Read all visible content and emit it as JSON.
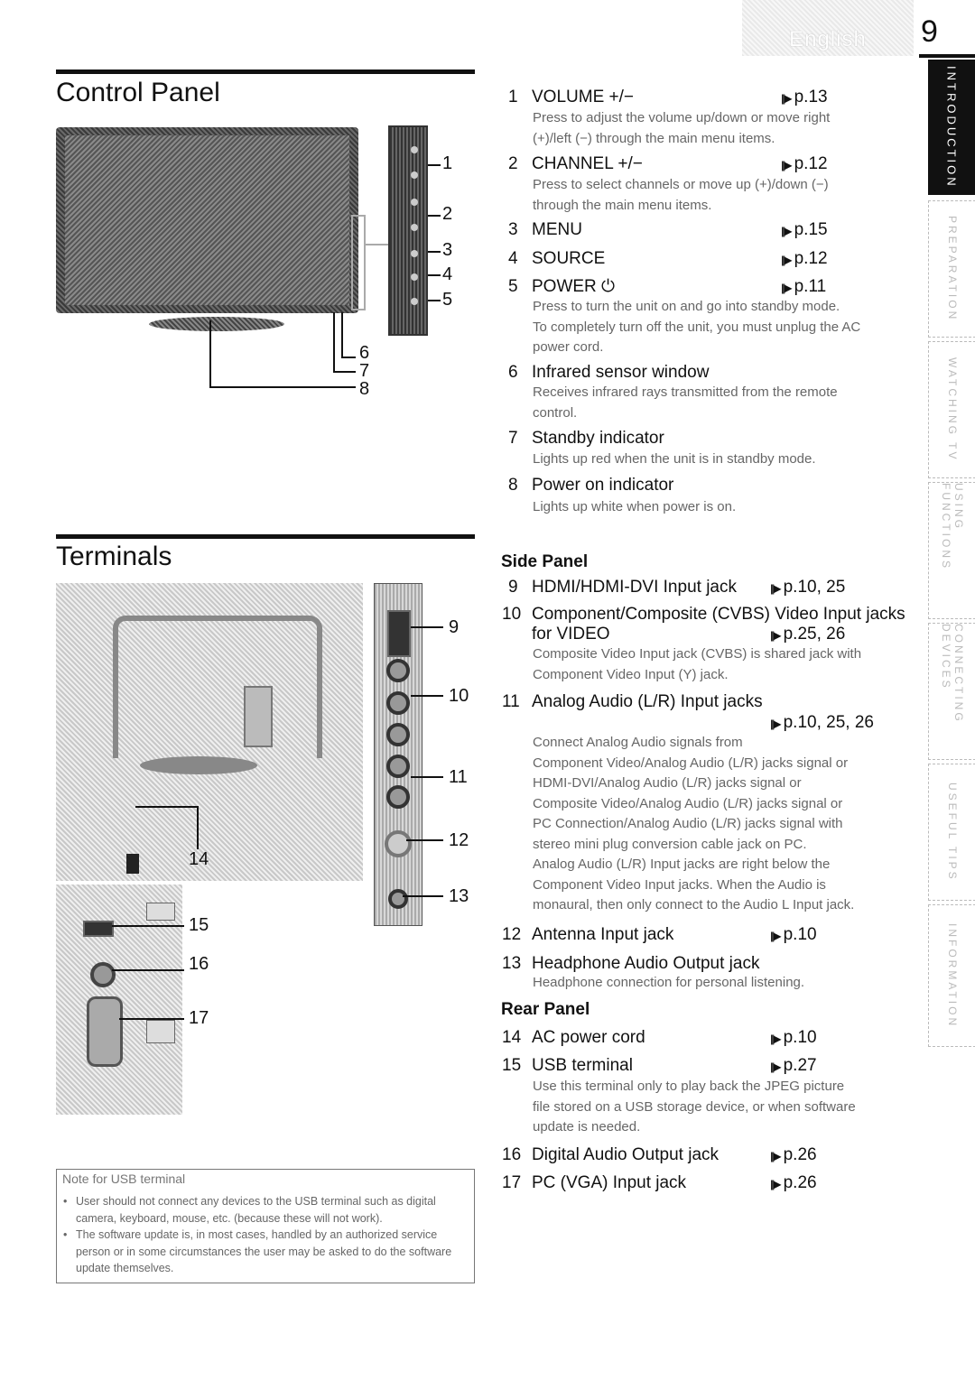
{
  "header": {
    "language": "English",
    "page_number": "9"
  },
  "side_tabs": [
    {
      "label": "INTRODUCTION",
      "active": true
    },
    {
      "label": "PREPARATION",
      "active": false
    },
    {
      "label": "WATCHING TV",
      "active": false
    },
    {
      "label": "USING FUNCTIONS",
      "active": false
    },
    {
      "label": "CONNECTING DEVICES",
      "active": false
    },
    {
      "label": "USEFUL TIPS",
      "active": false
    },
    {
      "label": "INFORMATION",
      "active": false
    }
  ],
  "control_panel": {
    "title": "Control Panel",
    "callouts": [
      "1",
      "2",
      "3",
      "4",
      "5",
      "6",
      "7",
      "8"
    ]
  },
  "terminals": {
    "title": "Terminals",
    "callouts": [
      "9",
      "10",
      "11",
      "12",
      "13",
      "14",
      "15",
      "16",
      "17"
    ]
  },
  "items": [
    {
      "num": "1",
      "title": "VOLUME +/−",
      "ref": "p.13",
      "desc": "Press to adjust the volume up/down or move right\n(+)/left (−) through the main menu items."
    },
    {
      "num": "2",
      "title": "CHANNEL +/−",
      "ref": "p.12",
      "desc": "Press to select channels or move up (+)/down (−)\nthrough the main menu items."
    },
    {
      "num": "3",
      "title": "MENU",
      "ref": "p.15",
      "desc": ""
    },
    {
      "num": "4",
      "title": "SOURCE",
      "ref": "p.12",
      "desc": ""
    },
    {
      "num": "5",
      "title": "POWER ⏻",
      "ref": "p.11",
      "desc": "Press to turn the unit on and go into standby mode.\nTo completely turn off the unit, you must unplug the AC\npower cord."
    },
    {
      "num": "6",
      "title": "Infrared sensor window",
      "ref": "",
      "desc": "Receives infrared rays transmitted from the remote\ncontrol."
    },
    {
      "num": "7",
      "title": "Standby indicator",
      "ref": "",
      "desc": "Lights up red when the unit is in standby mode."
    },
    {
      "num": "8",
      "title": "Power on indicator",
      "ref": "",
      "desc": "Lights up white when power is on."
    }
  ],
  "side_panel": {
    "heading": "Side Panel",
    "items": [
      {
        "num": "9",
        "title": "HDMI/HDMI-DVI Input jack",
        "ref": "p.10, 25",
        "desc": ""
      },
      {
        "num": "10",
        "title": "Component/Composite (CVBS) Video Input jacks",
        "title2": "for VIDEO",
        "ref": "p.25, 26",
        "desc": "Composite Video Input jack (CVBS) is shared jack with\nComponent Video Input (Y) jack."
      },
      {
        "num": "11",
        "title": "Analog Audio (L/R) Input jacks",
        "ref": "p.10, 25, 26",
        "desc": "Connect Analog Audio signals from\nComponent Video/Analog Audio (L/R) jacks signal or\nHDMI-DVI/Analog Audio (L/R) jacks signal or\nComposite Video/Analog Audio (L/R) jacks signal or\nPC Connection/Analog Audio (L/R) jacks signal with\nstereo mini plug conversion cable jack on PC.\nAnalog Audio (L/R) Input jacks are right below the\nComponent Video Input jacks. When the Audio is\nmonaural, then only connect to the Audio L Input jack."
      },
      {
        "num": "12",
        "title": "Antenna Input jack",
        "ref": "p.10",
        "desc": ""
      },
      {
        "num": "13",
        "title": "Headphone Audio Output jack",
        "ref": "",
        "desc": "Headphone connection for personal listening."
      }
    ]
  },
  "rear_panel": {
    "heading": "Rear Panel",
    "items": [
      {
        "num": "14",
        "title": "AC power cord",
        "ref": "p.10",
        "desc": ""
      },
      {
        "num": "15",
        "title": "USB terminal",
        "ref": "p.27",
        "desc": "Use this terminal only to play back the JPEG picture\nfile stored on a USB storage device, or when software\nupdate is needed."
      },
      {
        "num": "16",
        "title": "Digital Audio Output jack",
        "ref": "p.26",
        "desc": ""
      },
      {
        "num": "17",
        "title": "PC (VGA) Input jack",
        "ref": "p.26",
        "desc": ""
      }
    ]
  },
  "note": {
    "title": "Note for USB terminal",
    "bullets": [
      "User should not connect any devices to the USB terminal such as digital camera, keyboard, mouse, etc. (because these will not work).",
      "The software update is, in most cases, handled by an authorized service person or in some circumstances the user may be asked to do the software update themselves."
    ]
  }
}
